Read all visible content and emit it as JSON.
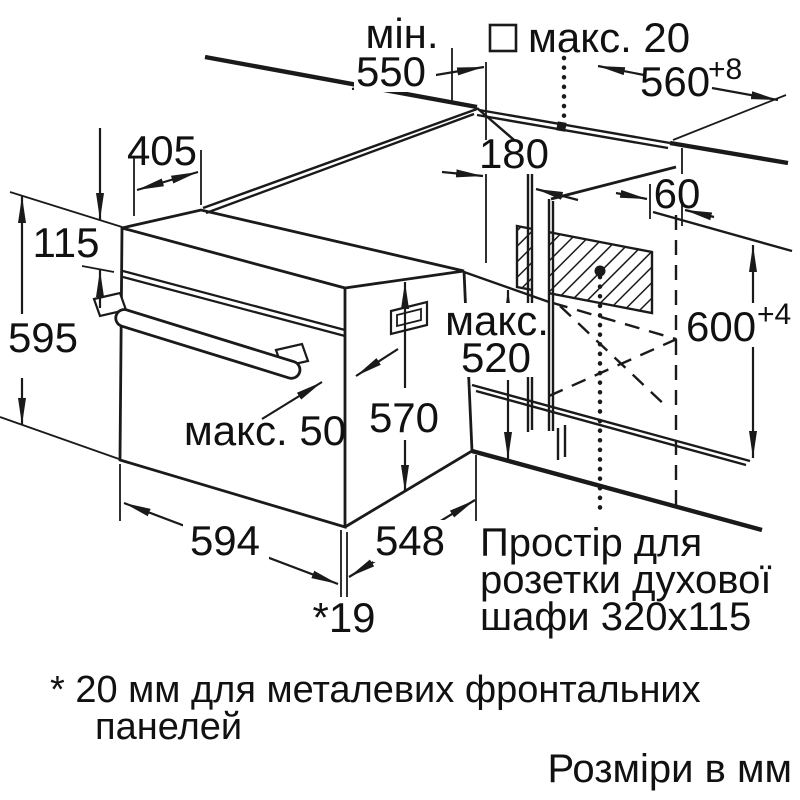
{
  "dimensions": {
    "worktop_min_depth": {
      "word": "мін.",
      "value": "550"
    },
    "hob_cutout": "макс. 20",
    "niche_width_top": {
      "value": "560",
      "tolerance": "+8"
    },
    "oven_top_depth": "405",
    "control_panel_height": "115",
    "oven_height": "595",
    "socket_offset": "180",
    "socket_side_gap": "60",
    "front_clearance": {
      "word": "макс.",
      "value": "520"
    },
    "door_height": "570",
    "handle_clearance": "макс. 50",
    "niche_height": {
      "value": "600",
      "tolerance": "+4"
    },
    "oven_width": "594",
    "oven_depth": "548",
    "front_panel": "*19"
  },
  "notes": {
    "socket": [
      "Простір для",
      "розетки духової",
      "шафи 320x115"
    ],
    "footnote": [
      "* 20 мм для металевих фронтальних",
      "панелей"
    ],
    "units": "Розміри в мм"
  },
  "colors": {
    "line": "#1a1a1a",
    "background": "#ffffff"
  }
}
